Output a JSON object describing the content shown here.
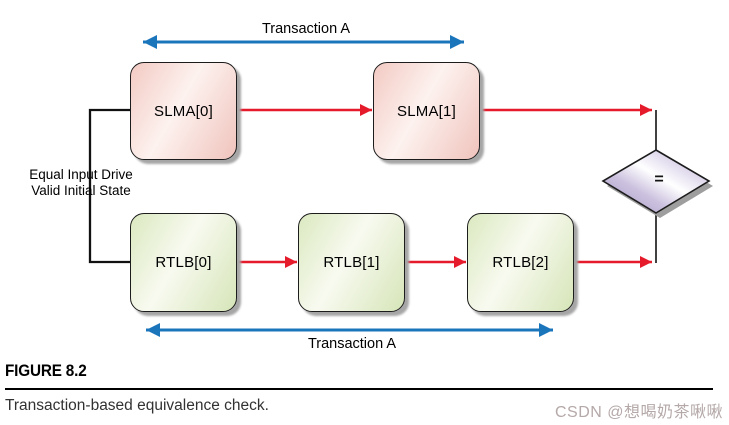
{
  "nodes": [
    {
      "id": "slma0",
      "label": "SLMA[0]"
    },
    {
      "id": "slma1",
      "label": "SLMA[1]"
    },
    {
      "id": "rtlb0",
      "label": "RTLB[0]"
    },
    {
      "id": "rtlb1",
      "label": "RTLB[1]"
    },
    {
      "id": "rtlb2",
      "label": "RTLB[2]"
    }
  ],
  "comparator": {
    "label": "="
  },
  "transactions": {
    "top": {
      "label": "Transaction A"
    },
    "bottom": {
      "label": "Transaction A"
    }
  },
  "annotation": {
    "line1": "Equal Input Drive",
    "line2": "Valid Initial State"
  },
  "figure": {
    "heading": "FIGURE 8.2",
    "caption": "Transaction-based equivalence check."
  },
  "watermark": {
    "text": "CSDN @想喝奶茶啾啾"
  },
  "colors": {
    "blue_arrow": "#1b75bb",
    "red_arrow": "#e51a2b",
    "connector_black": "#111111",
    "slma_fill": "#f3cac3",
    "rtlb_fill": "#dbe9c0",
    "diamond_fill": "#b4a6ce",
    "shadow_gray": "#a6a6a6",
    "watermark_color": "#b5a8a8"
  }
}
